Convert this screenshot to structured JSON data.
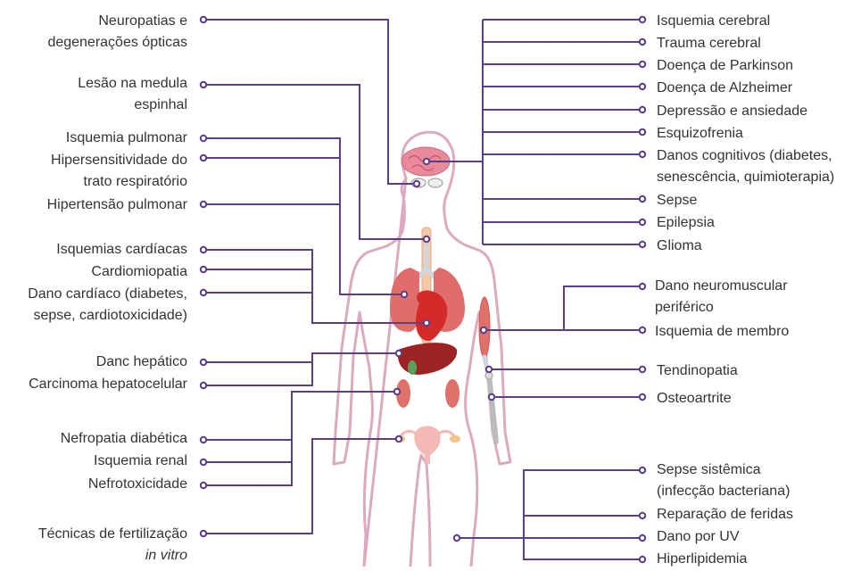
{
  "colors": {
    "connector": "#5b3e8a",
    "body_outline": "#dcaac0",
    "organ_red": "#d9534f",
    "organ_dark": "#a42c2a",
    "organ_pink": "#f0c4c8"
  },
  "left_labels": [
    {
      "id": "neuropatias",
      "lines": [
        "Neuropatias e",
        "degenerações ópticas"
      ]
    },
    {
      "id": "medula",
      "lines": [
        "Lesão na medula",
        "espinhal"
      ]
    },
    {
      "id": "isquemia-pulmonar",
      "lines": [
        "Isquemia pulmonar"
      ]
    },
    {
      "id": "hipersensitividade",
      "lines": [
        "Hipersensitividade do",
        "trato respiratório"
      ]
    },
    {
      "id": "hipertensao",
      "lines": [
        "Hipertensão pulmonar"
      ]
    },
    {
      "id": "isquemias-cardiacas",
      "lines": [
        "Isquemias cardíacas"
      ]
    },
    {
      "id": "cardiomiopatia",
      "lines": [
        "Cardiomiopatia"
      ]
    },
    {
      "id": "dano-cardiaco",
      "lines": [
        "Dano cardíaco (diabetes,",
        "sepse, cardiotoxicidade)"
      ]
    },
    {
      "id": "dano-hepatico",
      "lines": [
        "Danc hepático"
      ]
    },
    {
      "id": "carcinoma",
      "lines": [
        "Carcinoma hepatocelular"
      ]
    },
    {
      "id": "nefropatia",
      "lines": [
        "Nefropatia diabética"
      ]
    },
    {
      "id": "isquemia-renal",
      "lines": [
        "Isquemia renal"
      ]
    },
    {
      "id": "nefrotoxicidade",
      "lines": [
        "Nefrotoxicidade"
      ]
    },
    {
      "id": "fertilizacao",
      "lines": [
        "Técnicas de fertilização",
        "in vitro"
      ]
    }
  ],
  "right_labels": [
    {
      "id": "isquemia-cerebral",
      "lines": [
        "Isquemia cerebral"
      ]
    },
    {
      "id": "trauma-cerebral",
      "lines": [
        "Trauma cerebral"
      ]
    },
    {
      "id": "parkinson",
      "lines": [
        "Doença de Parkinson"
      ]
    },
    {
      "id": "alzheimer",
      "lines": [
        "Doença de Alzheimer"
      ]
    },
    {
      "id": "depressao",
      "lines": [
        "Depressão e ansiedade"
      ]
    },
    {
      "id": "esquizofrenia",
      "lines": [
        "Esquizofrenia"
      ]
    },
    {
      "id": "danos-cognitivos",
      "lines": [
        "Danos cognitivos (diabetes,",
        "senescência, quimioterapia)"
      ]
    },
    {
      "id": "sepse",
      "lines": [
        "Sepse"
      ]
    },
    {
      "id": "epilepsia",
      "lines": [
        "Epilepsia"
      ]
    },
    {
      "id": "glioma",
      "lines": [
        "Glioma"
      ]
    },
    {
      "id": "neuromuscular",
      "lines": [
        "Dano neuromuscular",
        "periférico"
      ]
    },
    {
      "id": "isquemia-membro",
      "lines": [
        "Isquemia de membro"
      ]
    },
    {
      "id": "tendinopatia",
      "lines": [
        "Tendinopatia"
      ]
    },
    {
      "id": "osteoartrite",
      "lines": [
        "Osteoartrite"
      ]
    },
    {
      "id": "sepse-sistemica",
      "lines": [
        "Sepse sistêmica",
        "(infecção bacteriana)"
      ]
    },
    {
      "id": "feridas",
      "lines": [
        "Reparação de feridas"
      ]
    },
    {
      "id": "uv",
      "lines": [
        "Dano por UV"
      ]
    },
    {
      "id": "hiperlipidemia",
      "lines": [
        "Hiperlipidemia"
      ]
    }
  ]
}
